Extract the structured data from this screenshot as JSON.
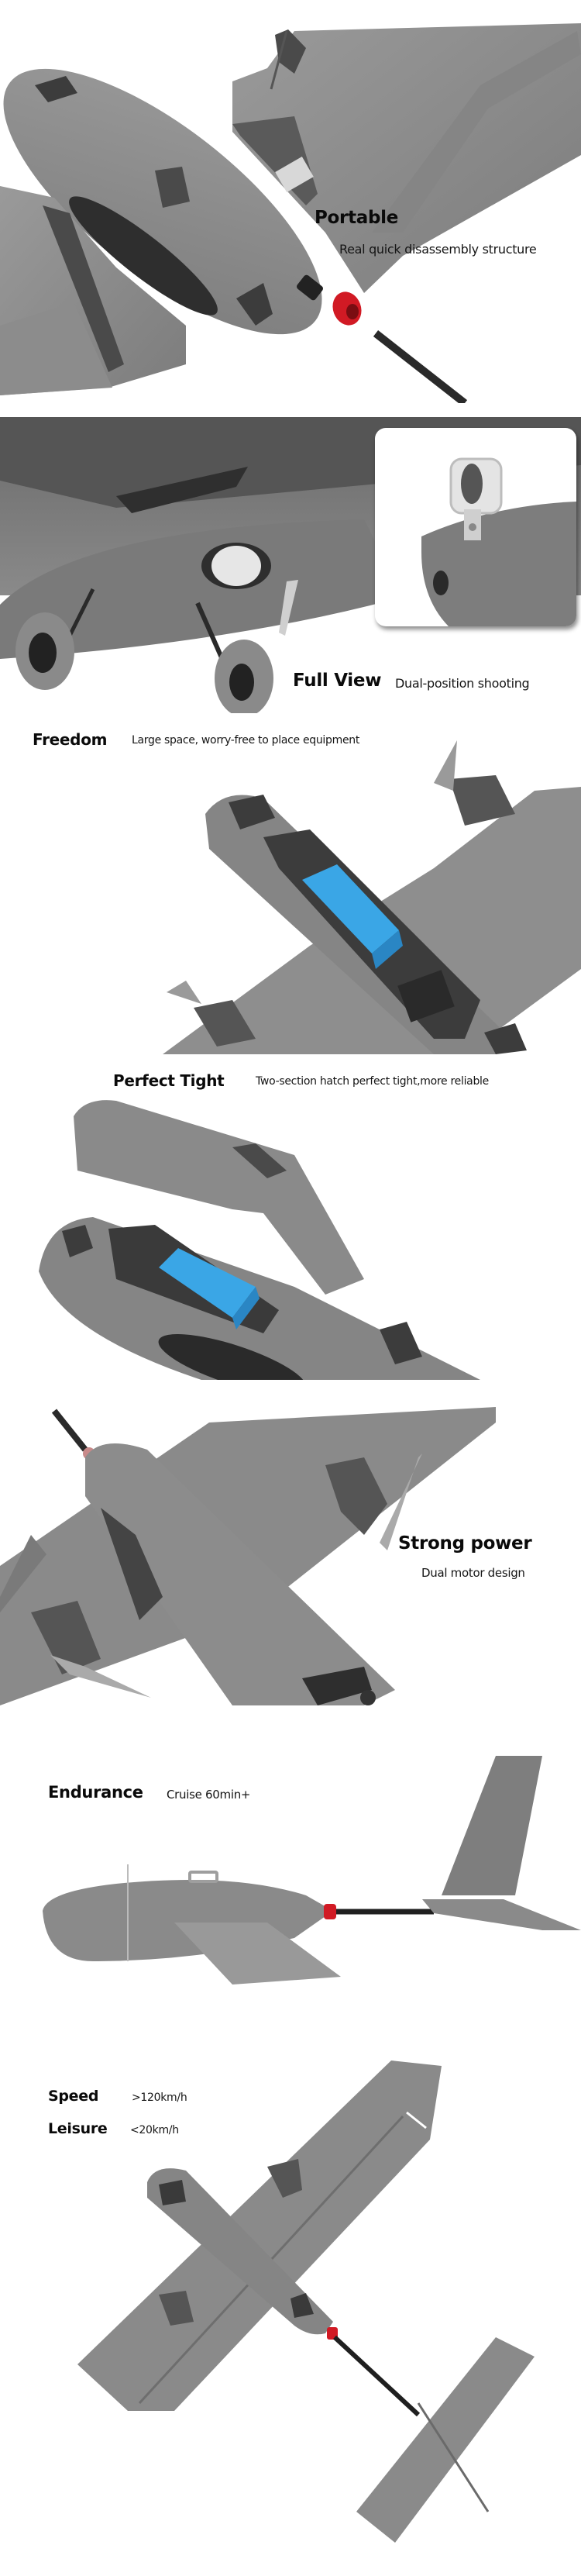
{
  "sections": [
    {
      "id": "portable",
      "title": "Portable",
      "subtitle": "Real quick disassembly structure",
      "illustration": "disassembled-fuselage-wings-tail-boom"
    },
    {
      "id": "full-view",
      "title": "Full View",
      "subtitle": "Dual-position shooting",
      "illustration": "underside-landing-gear-with-camera-inset"
    },
    {
      "id": "freedom",
      "title": "Freedom",
      "subtitle": "Large space, worry-free to place equipment",
      "illustration": "open-hatch-battery-bay"
    },
    {
      "id": "perfect-tight",
      "title": "Perfect Tight",
      "subtitle": "Two-section hatch perfect tight,more reliable",
      "illustration": "two-section-hatch-open"
    },
    {
      "id": "strong-power",
      "title": "Strong power",
      "subtitle": "Dual motor design",
      "illustration": "top-view-dual-motors"
    },
    {
      "id": "endurance",
      "title": "Endurance",
      "subtitle": "Cruise 60min+",
      "illustration": "side-view-airframe"
    },
    {
      "id": "speed",
      "specs": [
        {
          "label": "Speed",
          "value": ">120km/h"
        },
        {
          "label": "Leisure",
          "value": "<20km/h"
        }
      ],
      "illustration": "full-airframe-top-down"
    }
  ],
  "colors": {
    "foam_gray": "#8a8a8a",
    "foam_dark": "#6f6f6f",
    "plastic_black": "#3a3a3a",
    "battery_blue": "#3aa6e6",
    "accent_red": "#d11a24",
    "text": "#0a0a0a"
  }
}
